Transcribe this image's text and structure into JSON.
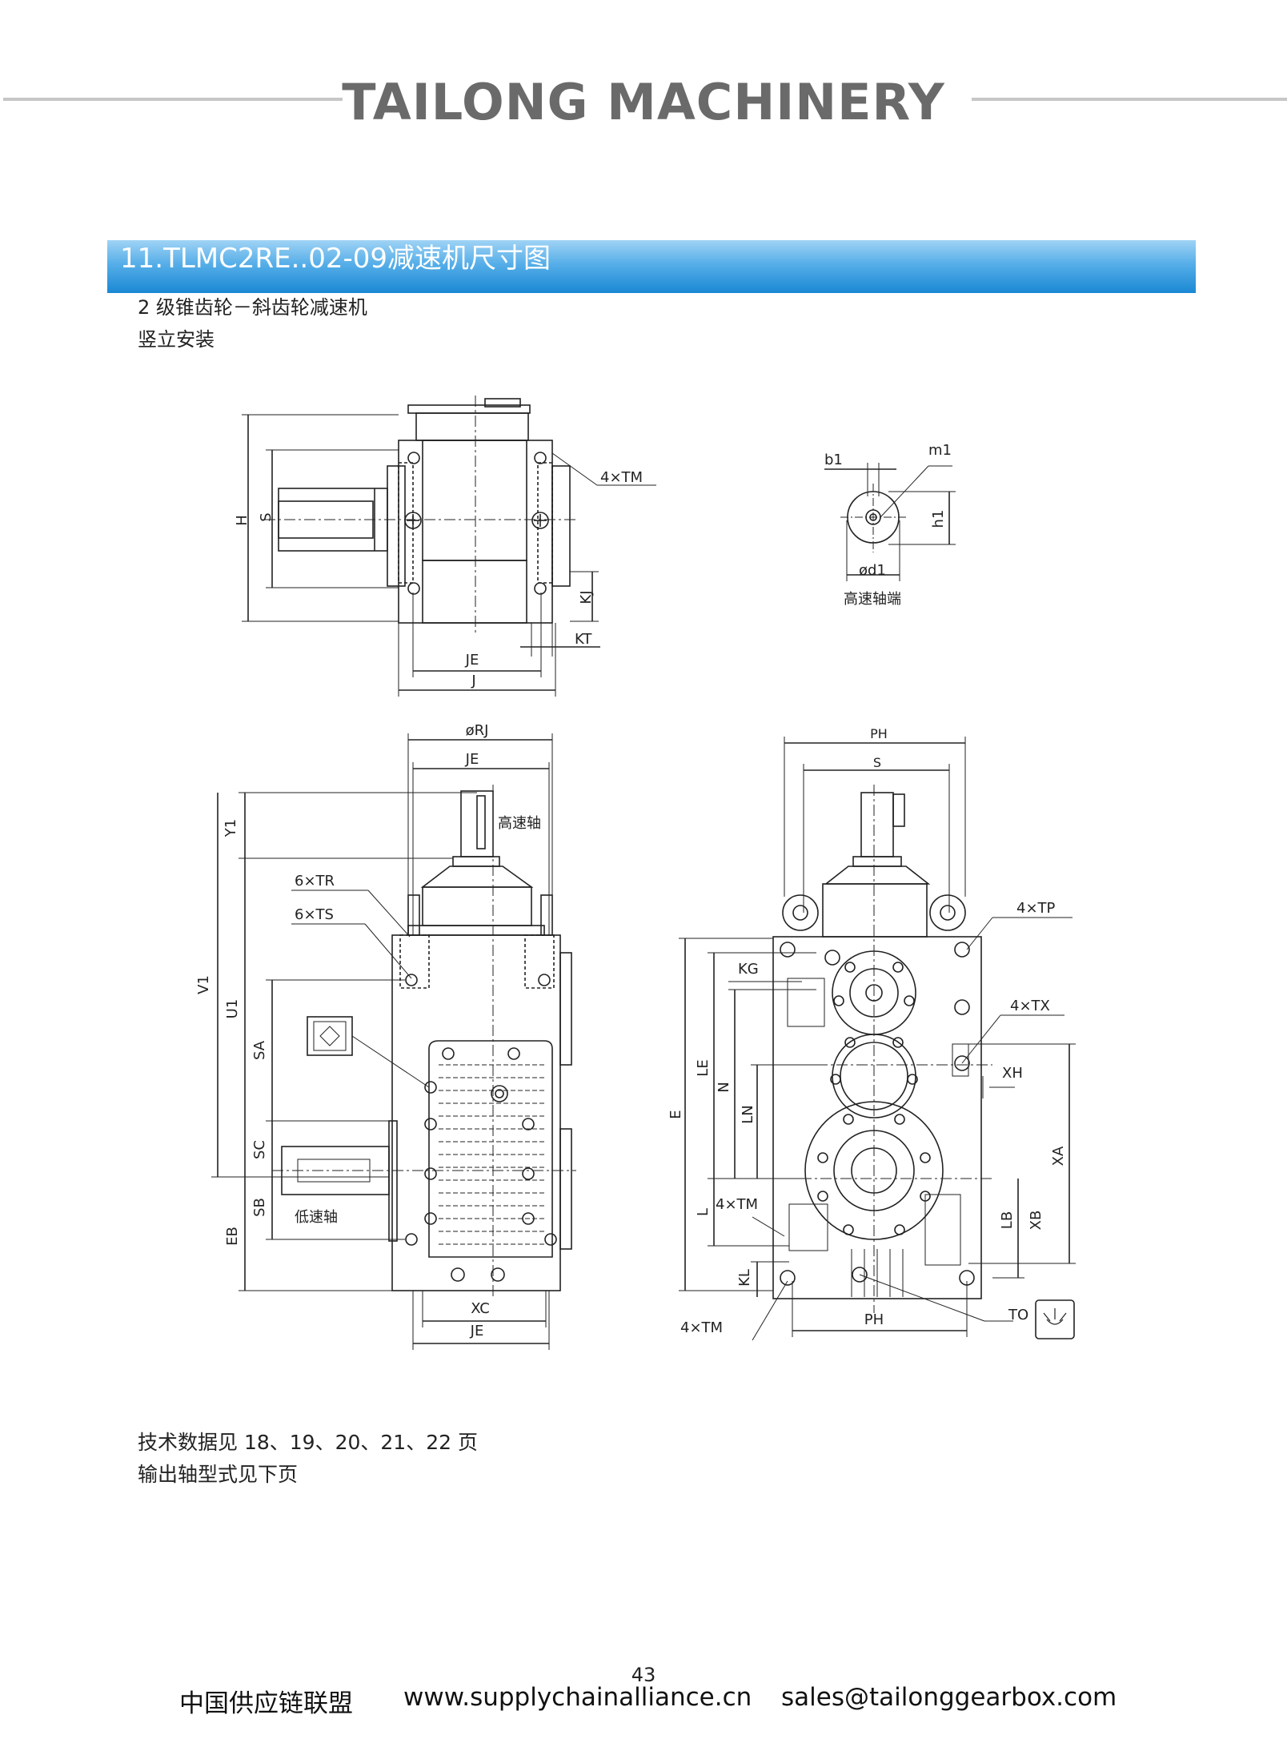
{
  "header": {
    "brand": "TAILONG MACHINERY"
  },
  "section": {
    "title": "11.TLMC2RE..02-09减速机尺寸图",
    "subtitle_1": "2 级锥齿轮－斜齿轮减速机",
    "subtitle_2": "竖立安装"
  },
  "drawing_labels": {
    "top_view": [
      "H",
      "S",
      "4×TM",
      "KJ",
      "KT",
      "JE",
      "J"
    ],
    "shaft_end": [
      "b1",
      "m1",
      "h1",
      "ød1",
      "高速轴端"
    ],
    "side_view": [
      "øRJ",
      "JE",
      "Y1",
      "高速轴",
      "6×TR",
      "6×TS",
      "V1",
      "U1",
      "SA",
      "SC",
      "SB",
      "低速轴",
      "EB",
      "XC",
      "JE"
    ],
    "front_view": [
      "PH",
      "S",
      "4×TP",
      "KG",
      "4×TX",
      "XH",
      "E",
      "LE",
      "N",
      "LN",
      "XA",
      "L",
      "4×TM",
      "LB",
      "XB",
      "KL",
      "TO",
      "PH",
      "4×TM"
    ]
  },
  "notes": {
    "line_1": "技术数据见 18、19、20、21、22 页",
    "line_2": "输出轴型式见下页"
  },
  "footer": {
    "page_number": "43",
    "org": "中国供应链联盟",
    "website": "www.supplychainalliance.cn",
    "email": "sales@tailonggearbox.com"
  }
}
